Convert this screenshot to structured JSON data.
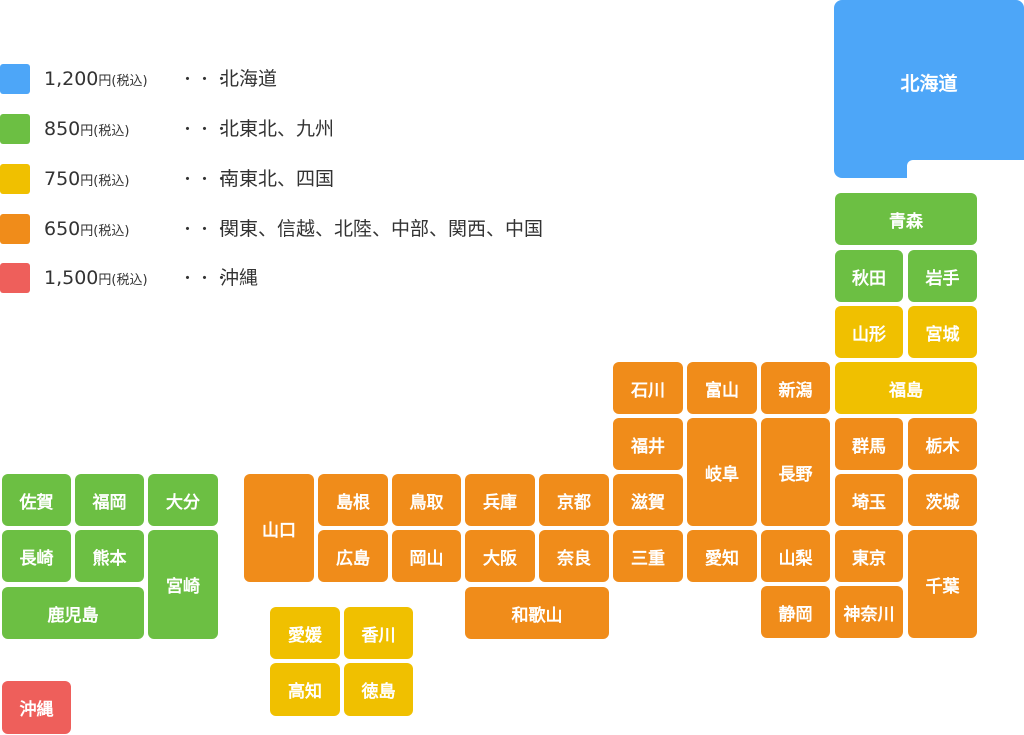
{
  "legend": [
    {
      "price": "1,200",
      "unit": "円(税込)",
      "dots": "・・・",
      "regions": "北海道",
      "color": "#4da6f8"
    },
    {
      "price": "850",
      "unit": "円(税込)",
      "dots": "・・・",
      "regions": "北東北、九州",
      "color": "#6cbf43"
    },
    {
      "price": "750",
      "unit": "円(税込)",
      "dots": "・・・",
      "regions": "南東北、四国",
      "color": "#f0c000"
    },
    {
      "price": "650",
      "unit": "円(税込)",
      "dots": "・・・",
      "regions": "関東、信越、北陸、中部、関西、中国",
      "color": "#f08c1a"
    },
    {
      "price": "1,500",
      "unit": "円(税込)",
      "dots": "・・・",
      "regions": "沖縄",
      "color": "#ee5f5b"
    }
  ],
  "prefectures": {
    "hokkaido": "北海道",
    "aomori": "青森",
    "akita": "秋田",
    "iwate": "岩手",
    "yamagata": "山形",
    "miyagi": "宮城",
    "fukushima": "福島",
    "ishikawa": "石川",
    "toyama": "富山",
    "niigata": "新潟",
    "fukui": "福井",
    "gifu": "岐阜",
    "nagano": "長野",
    "gunma": "群馬",
    "tochigi": "栃木",
    "shiga": "滋賀",
    "saitama": "埼玉",
    "ibaraki": "茨城",
    "mie": "三重",
    "aichi": "愛知",
    "yamanashi": "山梨",
    "tokyo": "東京",
    "chiba": "千葉",
    "shizuoka": "静岡",
    "kanagawa": "神奈川",
    "yamaguchi": "山口",
    "shimane": "島根",
    "tottori": "鳥取",
    "hyogo": "兵庫",
    "kyoto": "京都",
    "hiroshima": "広島",
    "okayama": "岡山",
    "osaka": "大阪",
    "nara": "奈良",
    "wakayama": "和歌山",
    "saga": "佐賀",
    "fukuoka": "福岡",
    "oita": "大分",
    "nagasaki": "長崎",
    "kumamoto": "熊本",
    "miyazaki": "宮崎",
    "kagoshima": "鹿児島",
    "ehime": "愛媛",
    "kagawa": "香川",
    "kochi": "高知",
    "tokushima": "徳島",
    "okinawa": "沖縄"
  }
}
